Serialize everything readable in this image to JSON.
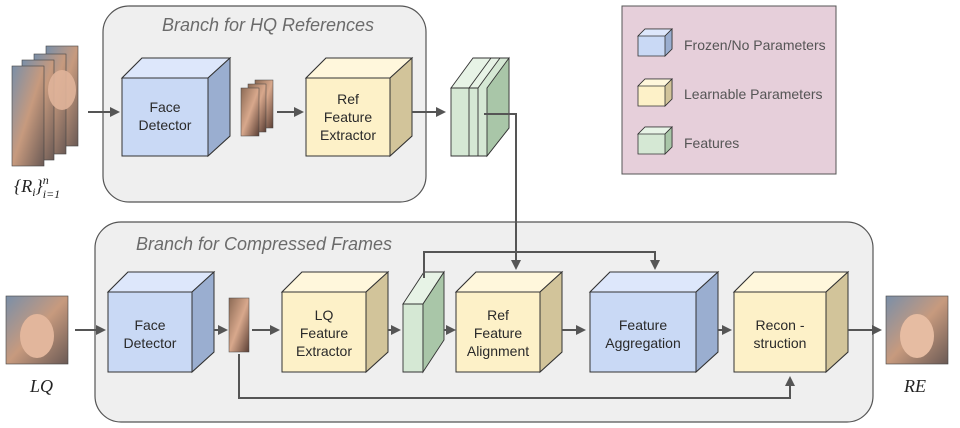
{
  "branches": {
    "hq_title": "Branch for HQ References",
    "compressed_title": "Branch for Compressed Frames"
  },
  "blocks": {
    "face_detector_hq": [
      "Face",
      "Detector"
    ],
    "ref_feature_extractor": [
      "Ref",
      "Feature",
      "Extractor"
    ],
    "face_detector_lq": [
      "Face",
      "Detector"
    ],
    "lq_feature_extractor": [
      "LQ",
      "Feature",
      "Extractor"
    ],
    "ref_feature_alignment": [
      "Ref",
      "Feature",
      "Alignment"
    ],
    "feature_aggregation": [
      "Feature",
      "Aggregation"
    ],
    "reconstruction": [
      "Recon -",
      "struction"
    ]
  },
  "legend": [
    {
      "label": "Frozen/No Parameters",
      "color": "#c9d9f5"
    },
    {
      "label": "Learnable Parameters",
      "color": "#fdf1c8"
    },
    {
      "label": "Features",
      "color": "#d5e8d4"
    }
  ],
  "labels": {
    "refs_set": "{R_i}_{i=1}^n",
    "lq": "LQ",
    "re": "RE"
  },
  "colors": {
    "frozen": "#c9d9f5",
    "learnable": "#fdf1c8",
    "features": "#d5e8d4",
    "legend_bg": "#e6cfda",
    "branch_bg": "#efefef"
  }
}
